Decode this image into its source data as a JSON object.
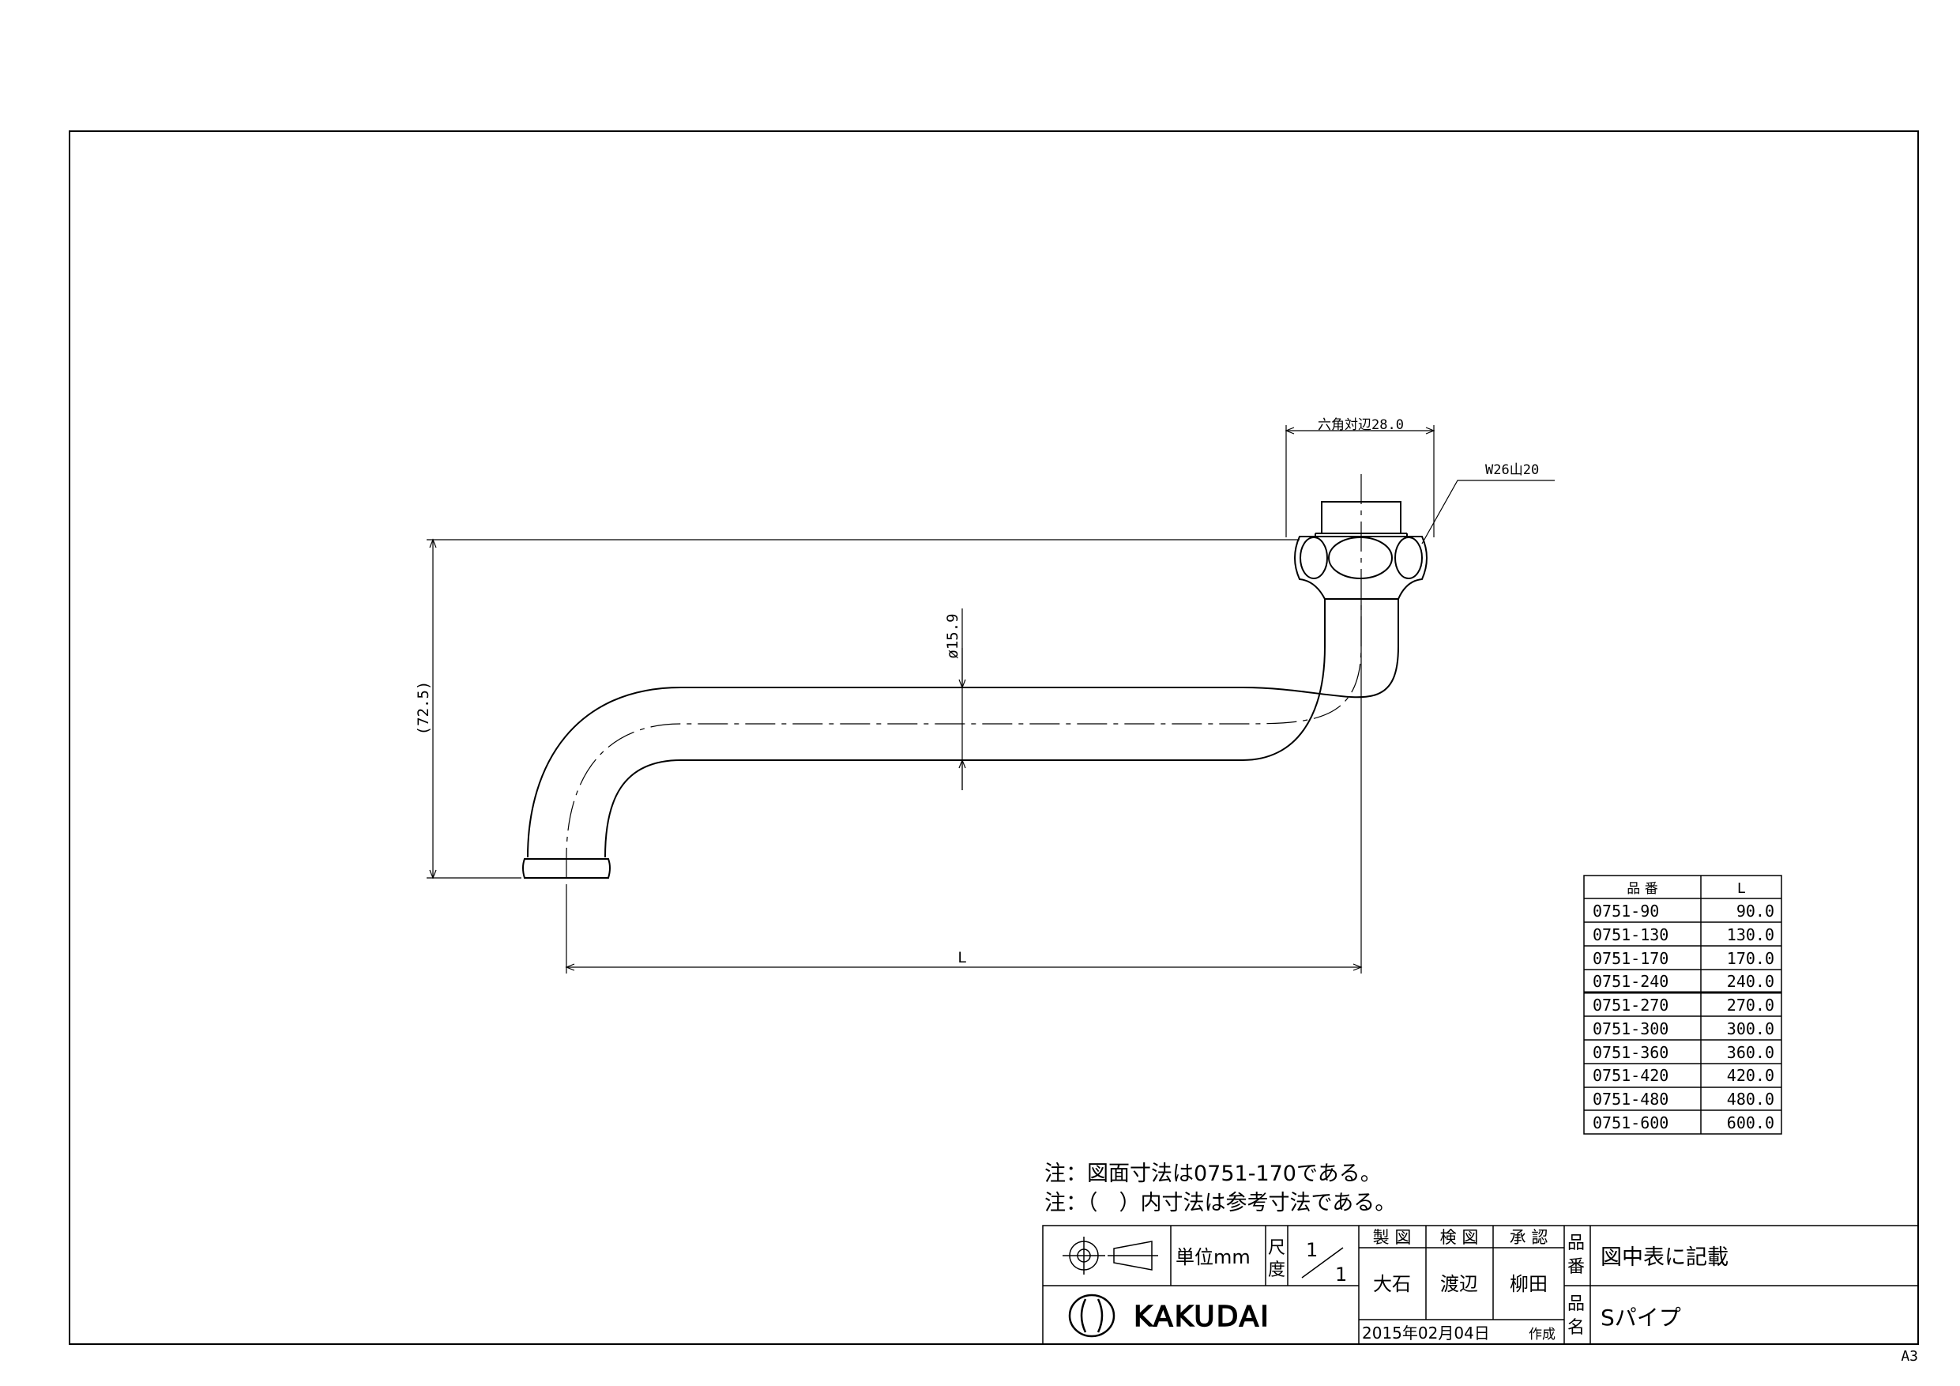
{
  "drawing": {
    "hex_label": "六角対辺28.0",
    "thread_label": "W26山20",
    "pipe_diameter_label": "ø15.9",
    "height_label": "(72.5)",
    "length_label": "L"
  },
  "parts_table": {
    "headers": [
      "品 番",
      "L"
    ],
    "rows": [
      [
        "0751-90",
        "90.0"
      ],
      [
        "0751-130",
        "130.0"
      ],
      [
        "0751-170",
        "170.0"
      ],
      [
        "0751-240",
        "240.0"
      ],
      [
        "0751-270",
        "270.0"
      ],
      [
        "0751-300",
        "300.0"
      ],
      [
        "0751-360",
        "360.0"
      ],
      [
        "0751-420",
        "420.0"
      ],
      [
        "0751-480",
        "480.0"
      ],
      [
        "0751-600",
        "600.0"
      ]
    ]
  },
  "notes": [
    "注：図面寸法は0751-170である。",
    "注：（　）内寸法は参考寸法である。"
  ],
  "title_block": {
    "unit_label": "単位mm",
    "scale_label_1": "尺",
    "scale_label_2": "度",
    "scale_num": "1",
    "scale_den": "1",
    "made_header": "製 図",
    "checked_header": "検 図",
    "approved_header": "承 認",
    "made_by": "大石",
    "checked_by": "渡辺",
    "approved_by": "柳田",
    "date_text": "2015年02月04日",
    "date_suffix": "作成",
    "number_label_1": "品",
    "number_label_2": "番",
    "number_value": "図中表に記載",
    "name_label_1": "品",
    "name_label_2": "名",
    "name_value": "Sパイプ",
    "company": "KAKUDAI"
  },
  "sheet_size": "A3"
}
